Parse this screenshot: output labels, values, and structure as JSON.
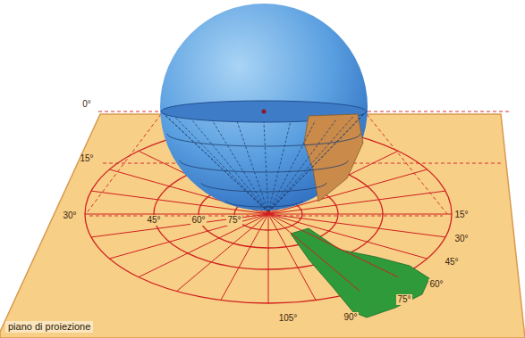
{
  "diagram": {
    "labels": [
      "0°",
      "15°",
      "30°",
      "45°",
      "60°",
      "75°",
      "15°",
      "30°",
      "45°",
      "60°",
      "75°",
      "90°",
      "105°",
      "piano di proiezione"
    ]
  }
}
